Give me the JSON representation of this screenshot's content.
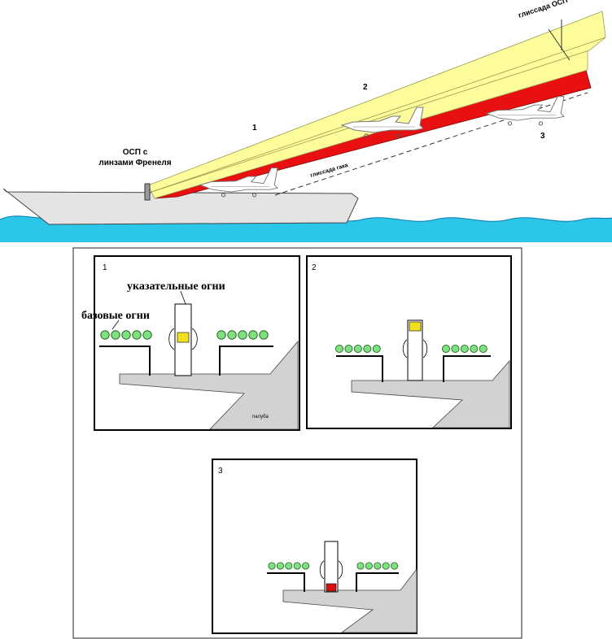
{
  "top_diagram": {
    "label_osp_glide": "глиссада ОСП",
    "label_hook_glide": "глиссада гака",
    "label_osp_line1": "ОСП с",
    "label_osp_line2": "линзами Френеля",
    "marker_1": "1",
    "marker_2": "2",
    "marker_3": "3",
    "colors": {
      "beam_yellow": "#fdfd9c",
      "beam_red": "#e81010",
      "sea": "#2cc6e8",
      "hull": "#e4e4e4"
    }
  },
  "panel_1": {
    "number": "1",
    "label_indicator_lights": "указательные огни",
    "label_base_lights": "базовые огни",
    "label_deck": "палуба",
    "indicator_color": "#f0e020"
  },
  "panel_2": {
    "number": "2",
    "indicator_color": "#f0e020"
  },
  "panel_3": {
    "number": "3",
    "indicator_color": "#d81010"
  },
  "colors": {
    "base_light": "#7ee07e",
    "deck": "#d2d2d2"
  }
}
